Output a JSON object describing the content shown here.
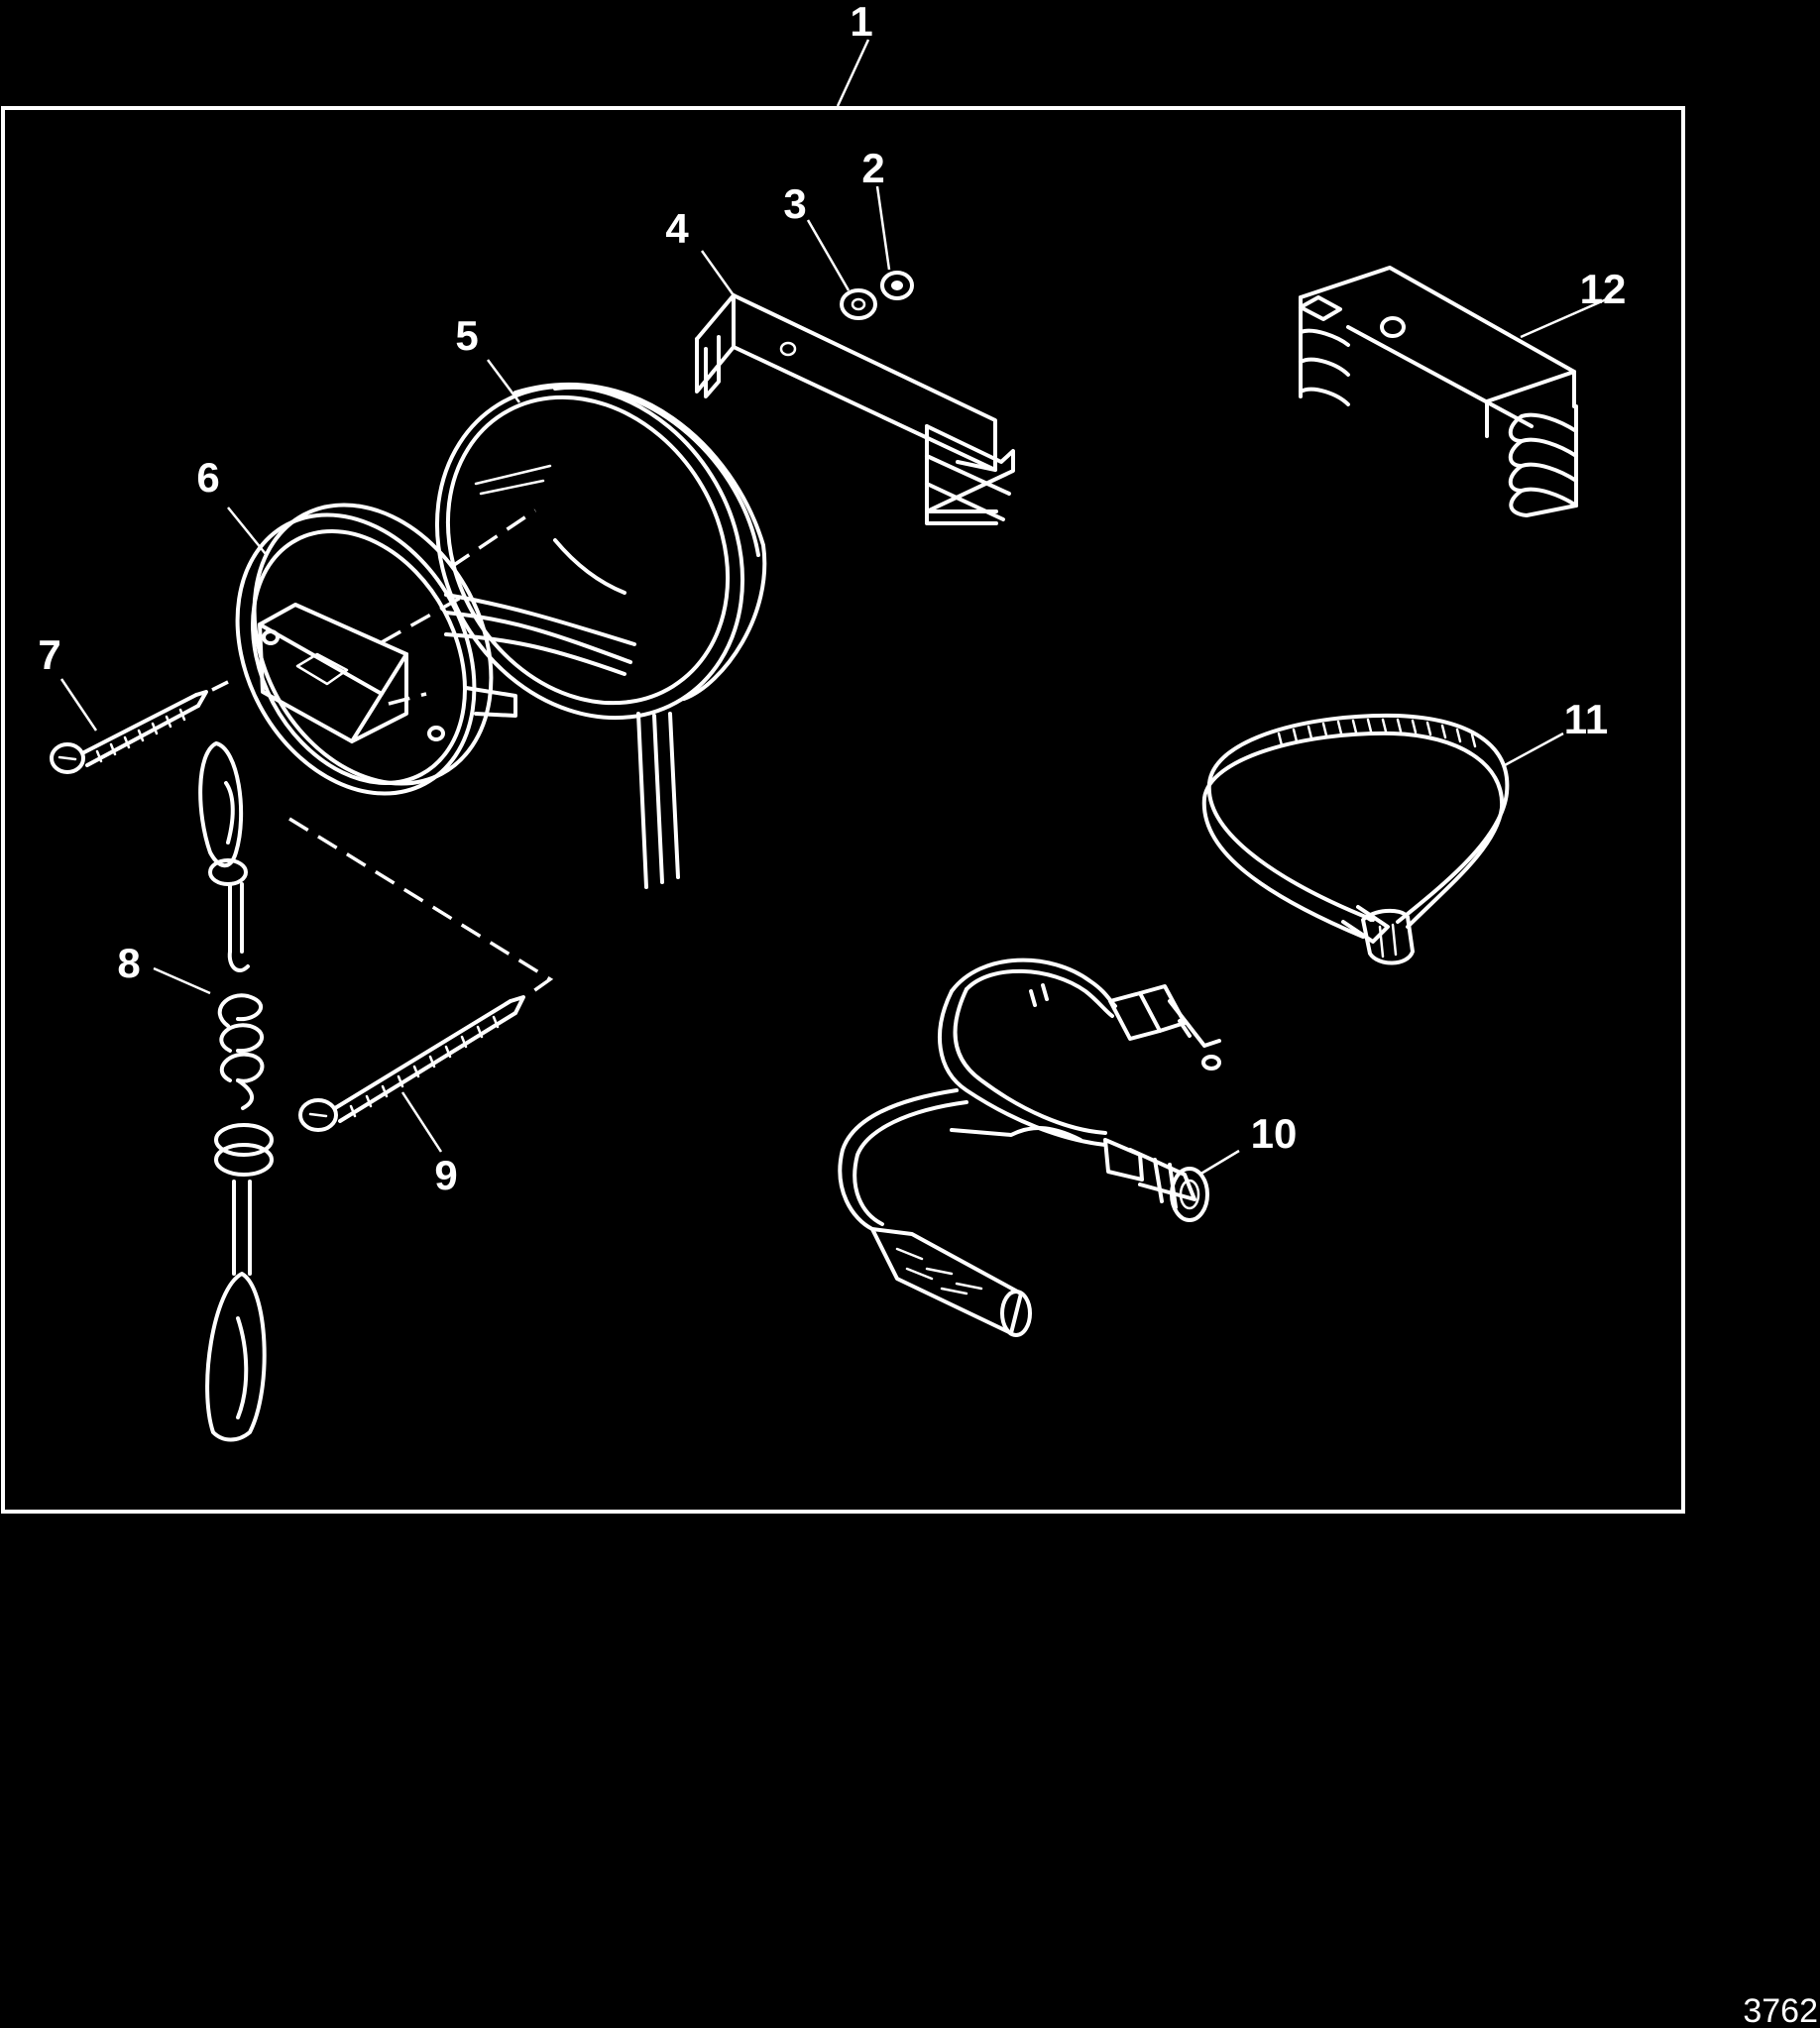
{
  "figure_number": "3762",
  "callouts": [
    "1",
    "2",
    "3",
    "4",
    "5",
    "6",
    "7",
    "8",
    "9",
    "10",
    "11",
    "12"
  ],
  "colors": {
    "background": "#000000",
    "line": "#ffffff"
  }
}
